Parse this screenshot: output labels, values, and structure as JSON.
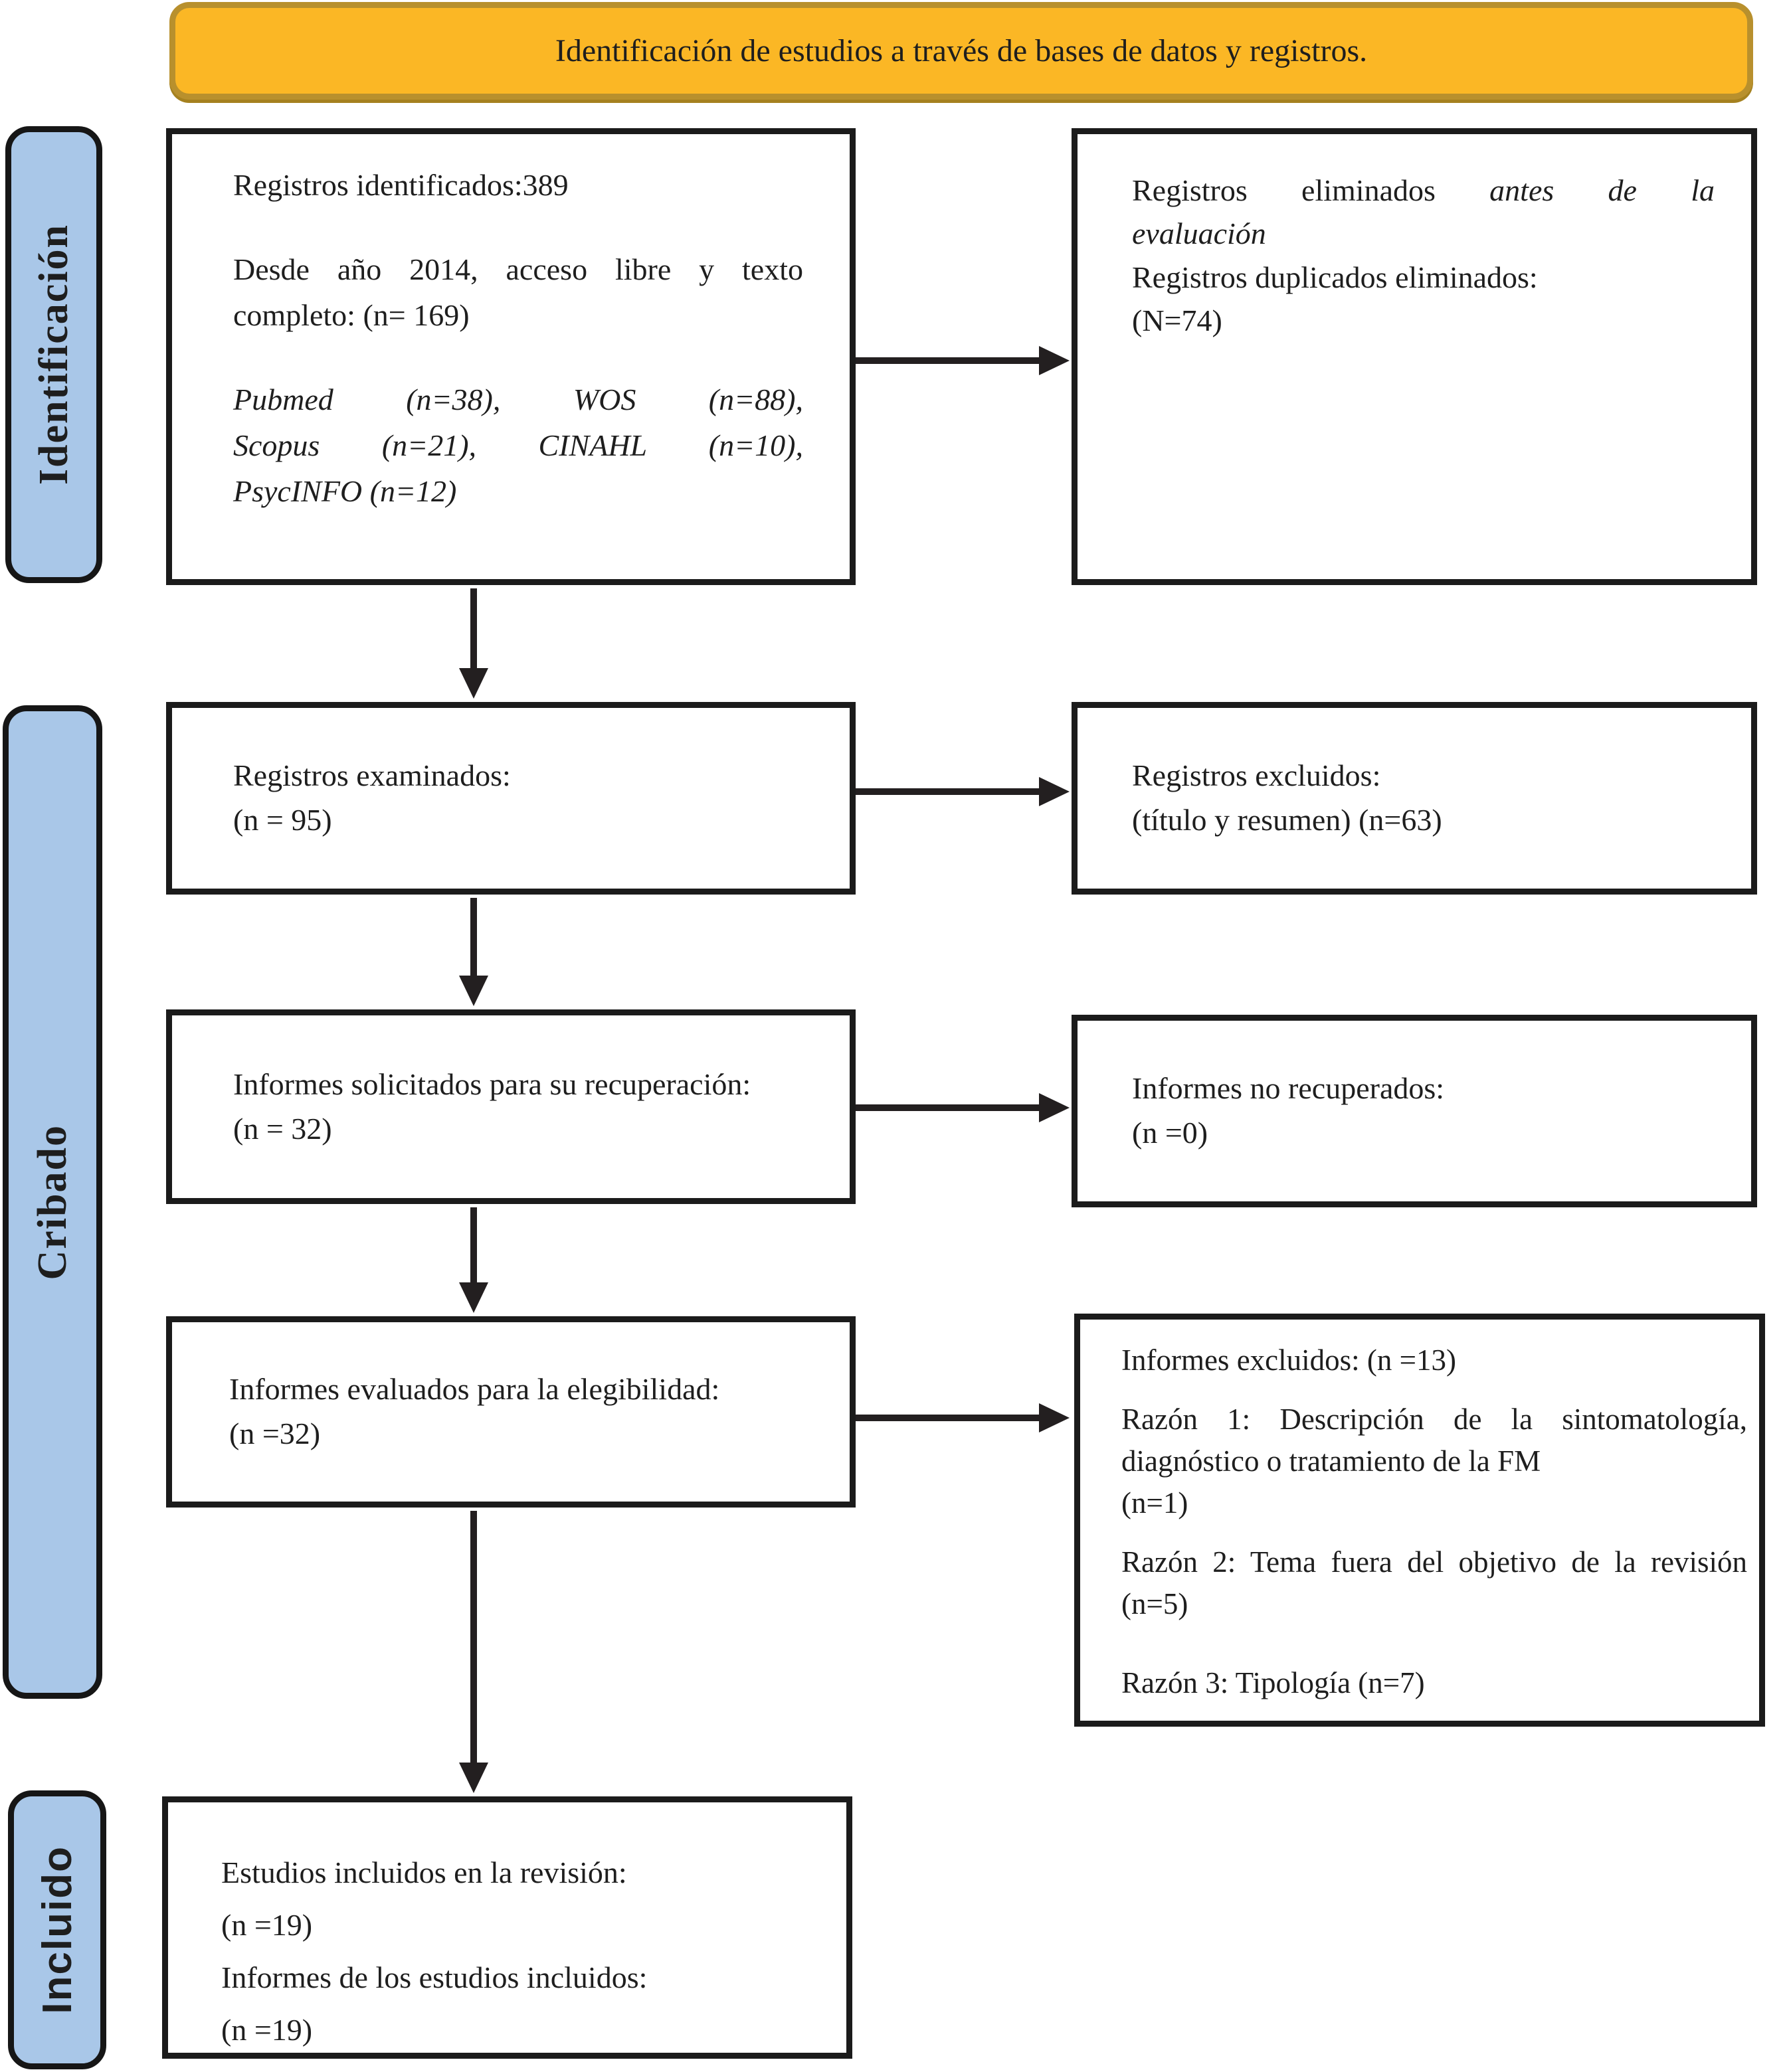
{
  "banner": {
    "title": "Identificación de estudios a través de bases de datos y registros."
  },
  "stages": {
    "identification": "Identificación",
    "screening": "Cribado",
    "included": "Incluido"
  },
  "boxes": {
    "identified": {
      "count_line": "Registros identificados:389",
      "filter_line1": "Desde año 2014, acceso libre y texto",
      "filter_line2": "completo: (n= 169)",
      "sources_line1": "Pubmed (n=38), WOS (n=88),",
      "sources_line2": "Scopus (n=21), CINAHL (n=10),",
      "sources_line3": "PsycINFO (n=12)"
    },
    "removed_before_screening": {
      "prefix": "Registros eliminados ",
      "italic1": "antes de la",
      "italic2": "evaluación",
      "dup_line": "Registros duplicados eliminados:",
      "n_line": "(N=74)"
    },
    "screened": {
      "line1": "Registros examinados:",
      "line2": "(n = 95)"
    },
    "records_excluded": {
      "line1": "Registros excluidos:",
      "line2": "(título y resumen) (n=63)"
    },
    "sought": {
      "line1": "Informes solicitados para su recuperación:",
      "line2": "(n = 32)"
    },
    "not_retrieved": {
      "line1": "Informes no recuperados:",
      "line2": "(n =0)"
    },
    "assessed": {
      "line1": "Informes evaluados para la elegibilidad:",
      "line2": "(n =32)"
    },
    "reports_excluded": {
      "title": "Informes excluidos: (n =13)",
      "reason1": "Razón 1: Descripción de la sintomatología, diagnóstico o tratamiento de la FM",
      "reason1_n": "(n=1)",
      "reason2": "Razón 2: Tema fuera del objetivo de la revisión (n=5)",
      "reason3": "Razón 3: Tipología (n=7)"
    },
    "included_studies": {
      "line1": "Estudios incluidos en la revisión:",
      "line2": "(n =19)",
      "line3": "Informes de los estudios incluidos:",
      "line4": "(n =19)"
    }
  },
  "colors": {
    "banner_fill": "#FBB725",
    "banner_border": "#B8902D",
    "stage_fill": "#A9C7E8",
    "box_border": "#1B1B1B",
    "arrow": "#231F20"
  }
}
